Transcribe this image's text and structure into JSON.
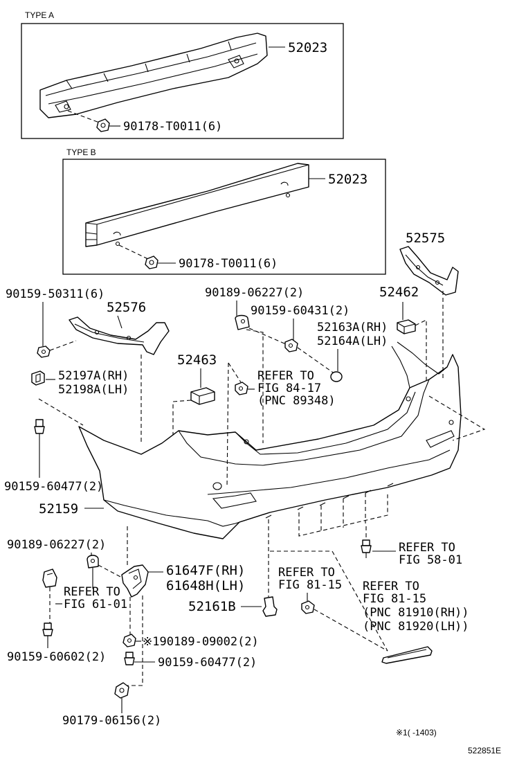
{
  "type_a": {
    "title": "TYPE A",
    "reinforcement": "52023",
    "nut": "90178-T0011(6)"
  },
  "type_b": {
    "title": "TYPE B",
    "reinforcement": "52023",
    "nut": "90178-T0011(6)"
  },
  "parts": {
    "p52575": "52575",
    "p52576": "52576",
    "p52462": "52462",
    "p52463": "52463",
    "p52159": "52159",
    "p52161b": "52161B",
    "screw_50311": "90159-50311(6)",
    "clip_06227_top": "90189-06227(2)",
    "screw_60431": "90159-60431(2)",
    "p52163a": "52163A(RH)",
    "p52164a": "52164A(LH)",
    "p52197a": "52197A(RH)",
    "p52198a": "52198A(LH)",
    "screw_60477_left": "90159-60477(2)",
    "clip_06227_bottom": "90189-06227(2)",
    "p61647f": "61647F(RH)",
    "p61648h": "61648H(LH)",
    "clip_09002": "※190189-09002(2)",
    "screw_60602": "90159-60602(2)",
    "screw_60477_bottom": "90159-60477(2)",
    "nut_06156": "90179-06156(2)"
  },
  "refers": {
    "fig84": [
      "REFER TO",
      "FIG 84-17",
      "(PNC 89348)"
    ],
    "fig58": [
      "REFER TO",
      "FIG 58-01"
    ],
    "fig61": [
      "REFER TO",
      "FIG 61-01"
    ],
    "fig81_left": [
      "REFER TO",
      "FIG 81-15"
    ],
    "fig81_right": [
      "REFER TO",
      "FIG 81-15",
      "(PNC 81910(RH))",
      "(PNC 81920(LH))"
    ]
  },
  "footnote": "※1(      -1403)",
  "figure_id": "522851E"
}
